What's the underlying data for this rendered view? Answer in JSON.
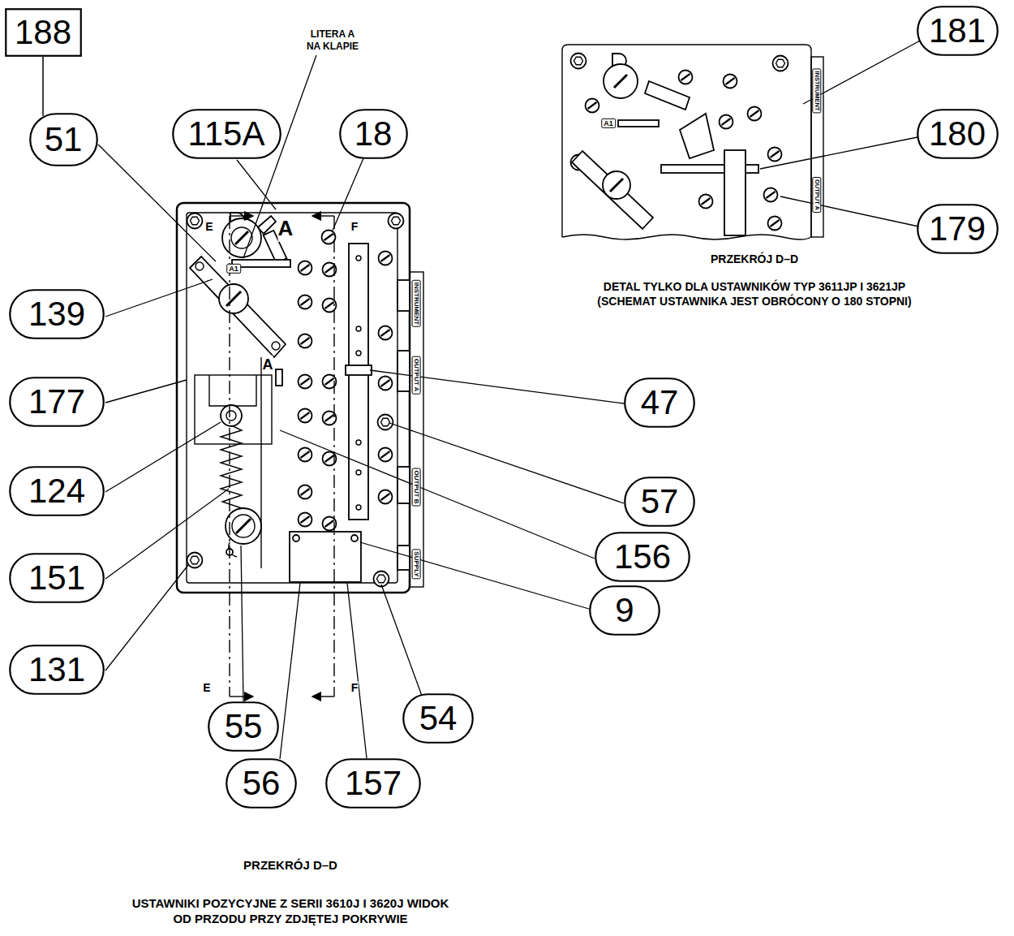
{
  "diagram": {
    "nodes": [
      {
        "text": [
          "188"
        ]
      },
      {
        "text": [
          "51"
        ]
      },
      {
        "text": [
          "115A"
        ]
      },
      {
        "text": [
          "18"
        ]
      },
      {
        "text": [
          "181"
        ]
      },
      {
        "text": [
          "180"
        ]
      },
      {
        "text": [
          "139"
        ]
      },
      {
        "text": [
          "179"
        ]
      },
      {
        "text": [
          "177"
        ]
      },
      {
        "text": [
          "47"
        ]
      },
      {
        "text": [
          "124"
        ]
      },
      {
        "text": [
          "57"
        ]
      },
      {
        "text": [
          "156"
        ]
      },
      {
        "text": [
          "151"
        ]
      },
      {
        "text": [
          "9"
        ]
      },
      {
        "text": [
          "131"
        ]
      },
      {
        "text": [
          "55"
        ]
      },
      {
        "text": [
          "54"
        ]
      },
      {
        "text": [
          "56"
        ]
      },
      {
        "text": [
          "157"
        ]
      }
    ],
    "edges": [
      {
        "from": 0,
        "to": 1,
        "arrow": "none"
      }
    ],
    "labels": [
      "LITERA A NA KLAPIE",
      "E",
      "F",
      "A",
      "A1",
      "A",
      "INSTRUMENT",
      "OUTPUT A",
      "OUTPUT B",
      "SUPPLY",
      "E",
      "F",
      "PRZEKRÓJ D–D",
      "USTAWNIKI POZYCYJNE Z SERII 3610J I 3620J WIDOK OD PRZODU PRZY ZDJĘTEJ POKRYWIE",
      "A1",
      "INSTRUMENT",
      "OUTPUT A",
      "PRZEKRÓJ D–D",
      "DETAL TYLKO DLA USTAWNIKÓW TYP 3611JP I 3621JP (SCHEMAT USTAWNIKA JEST OBRÓCONY O 180 STOPNI)"
    ]
  }
}
